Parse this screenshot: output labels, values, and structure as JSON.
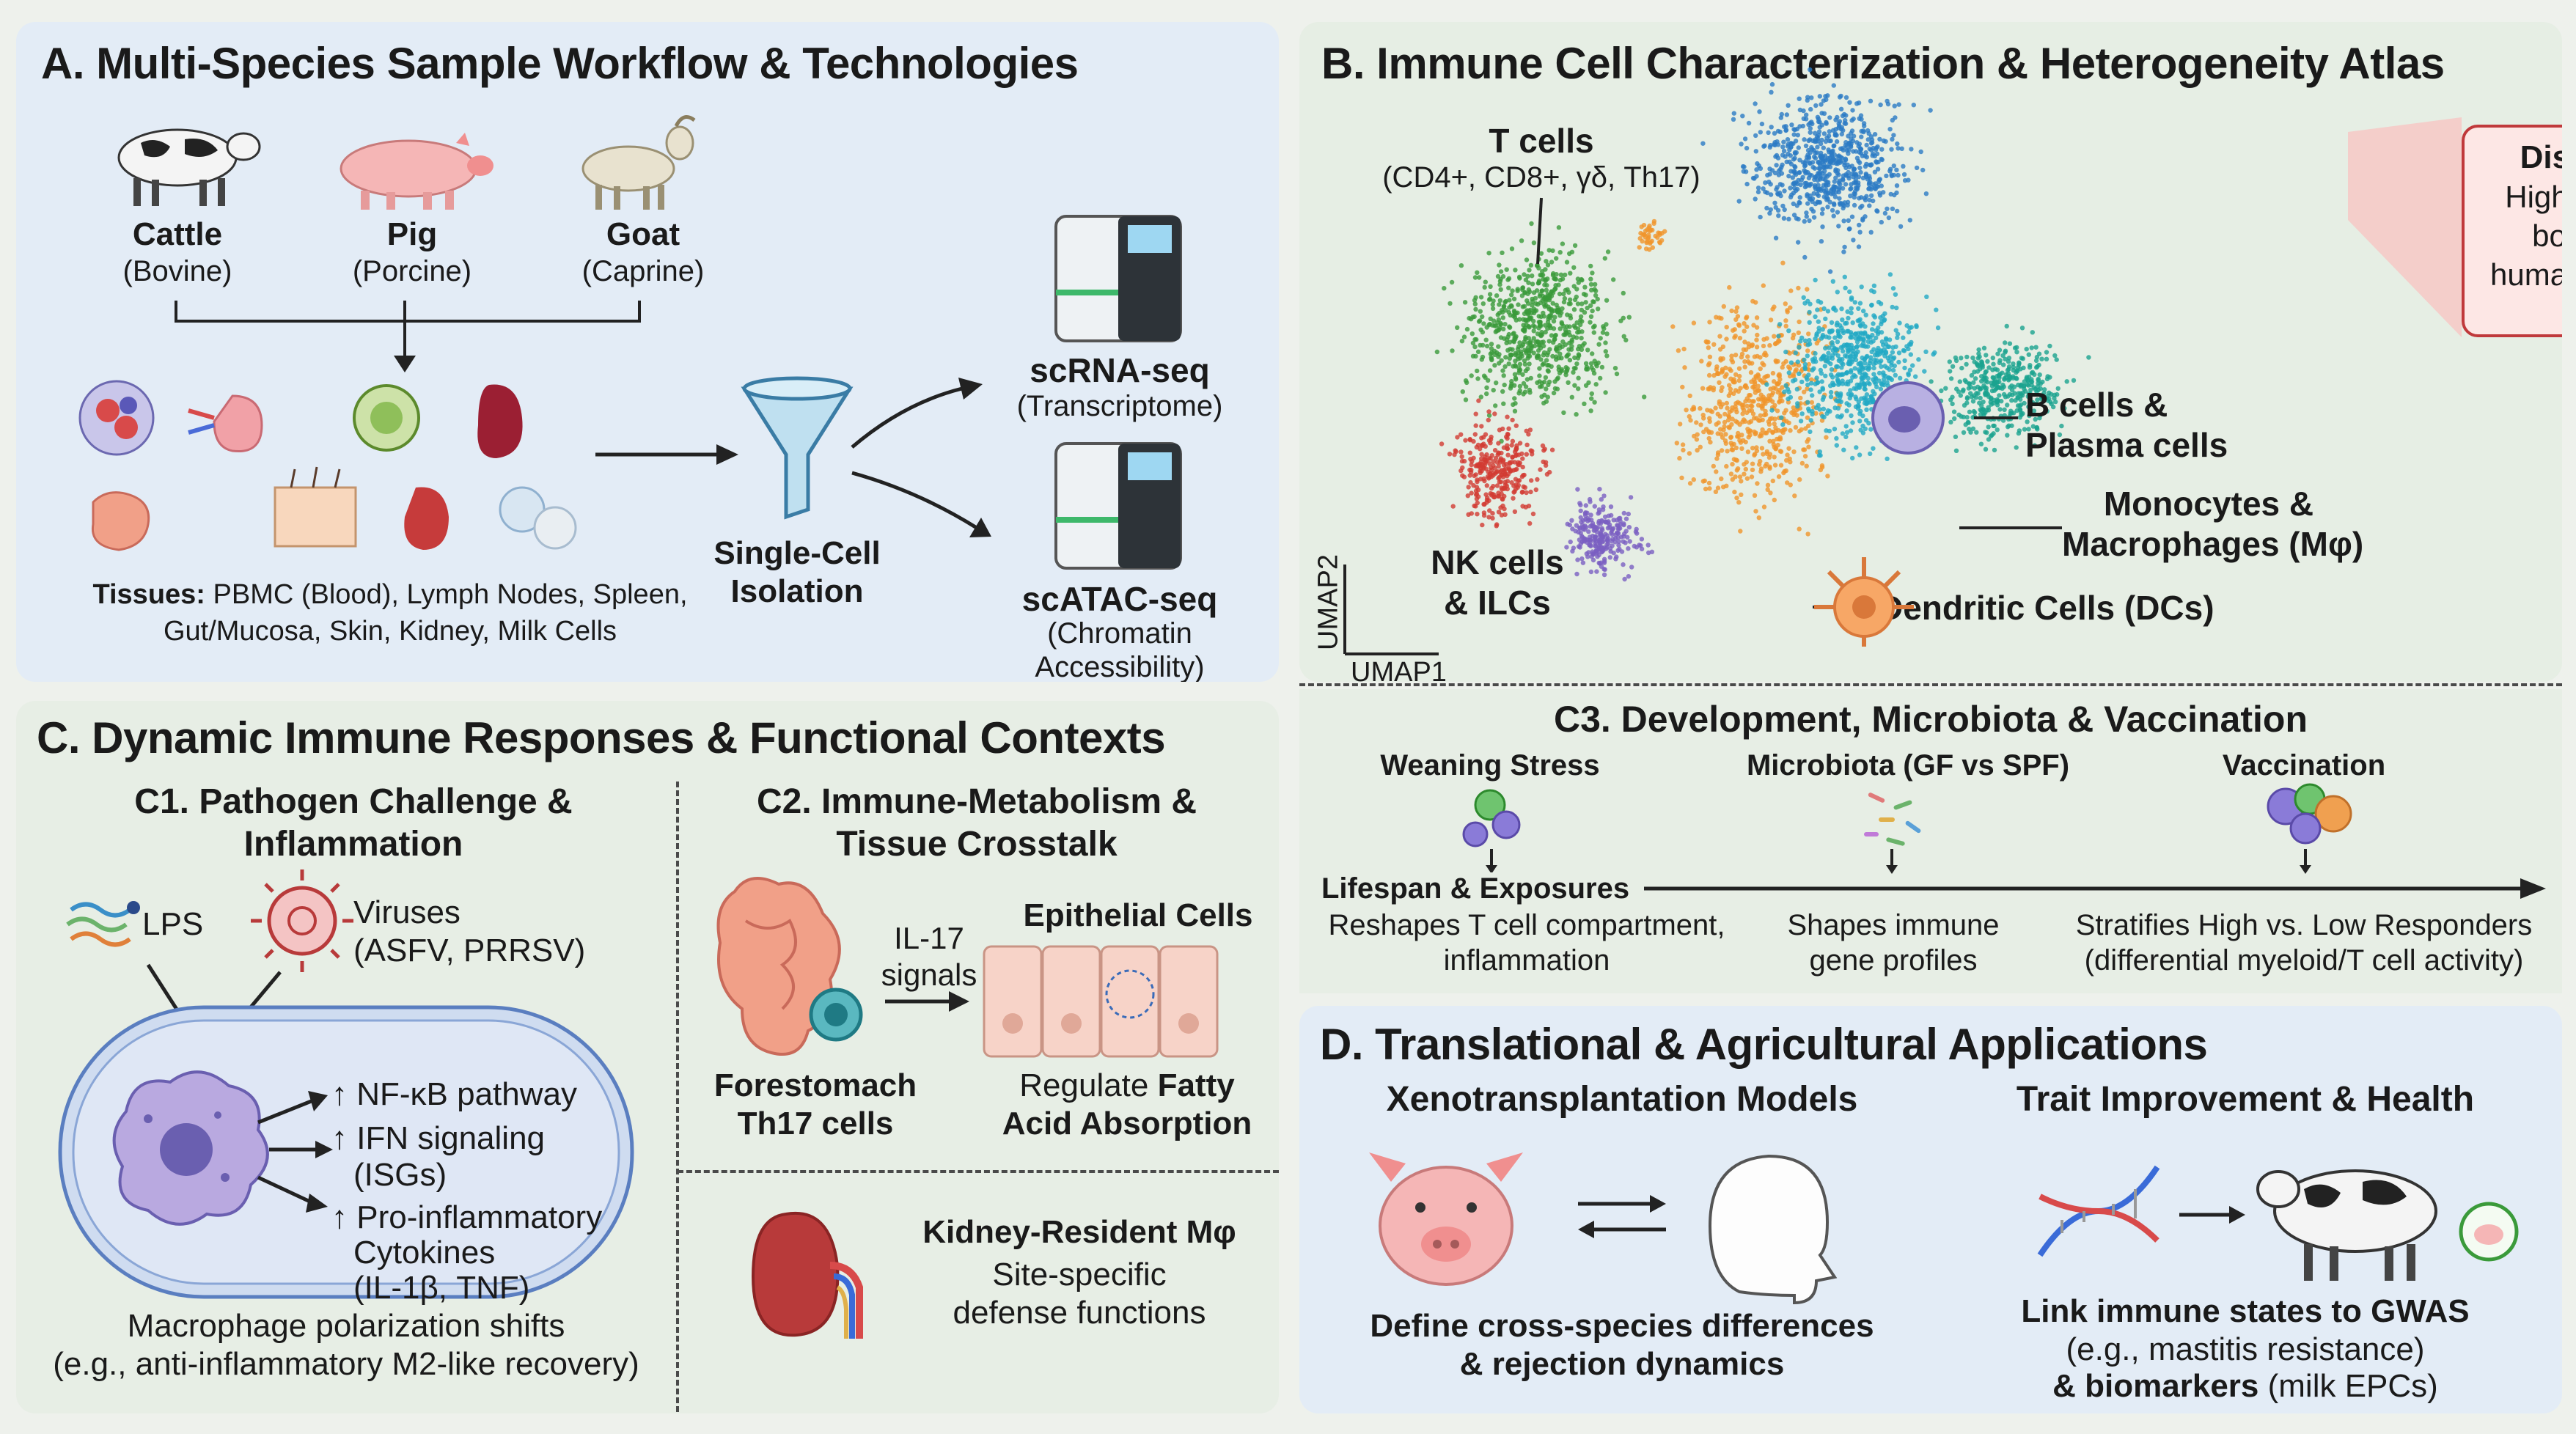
{
  "panelA": {
    "title": "A. Multi-Species Sample Workflow & Technologies",
    "species": [
      {
        "name": "Cattle",
        "sub": "(Bovine)"
      },
      {
        "name": "Pig",
        "sub": "(Porcine)"
      },
      {
        "name": "Goat",
        "sub": "(Caprine)"
      }
    ],
    "tissues_label": "Tissues:",
    "tissues_line1": "PBMC (Blood), Lymph Nodes, Spleen,",
    "tissues_line2": "Gut/Mucosa, Skin, Kidney, Milk Cells",
    "isolation_line1": "Single-Cell",
    "isolation_line2": "Isolation",
    "scrna_title": "scRNA-seq",
    "scrna_sub": "(Transcriptome)",
    "scatac_title": "scATAC-seq",
    "scatac_sub1": "(Chromatin",
    "scatac_sub2": "Accessibility)"
  },
  "panelB": {
    "title": "B. Immune Cell Characterization & Heterogeneity Atlas",
    "tcells_title": "T cells",
    "tcells_sub": "(CD4+, CD8+, γδ, Th17)",
    "feature_title": "Distinct Species Feature:",
    "feature_line1": "High proportion of γδ T cells in",
    "feature_line2": "bovine & porcine blood vs.",
    "feature_line3": "human (major regulatory subset)",
    "bcells_line1": "B cells &",
    "bcells_line2": "Plasma cells",
    "mono_line1": "Monocytes &",
    "mono_line2": "Macrophages (Mφ)",
    "dc_label": "Dendritic Cells (DCs)",
    "nk_line1": "NK cells",
    "nk_line2": "& ILCs",
    "umap1": "UMAP1",
    "umap2": "UMAP2"
  },
  "panelC3": {
    "title": "C3. Development, Microbiota & Vaccination",
    "weaning": "Weaning Stress",
    "microbiota": "Microbiota (GF vs SPF)",
    "vaccination": "Vaccination",
    "lifespan": "Lifespan & Exposures",
    "reshapes_line1": "Reshapes T cell compartment,",
    "reshapes_line2": "inflammation",
    "shapes_line1": "Shapes immune",
    "shapes_line2": "gene profiles",
    "stratifies_line1": "Stratifies High vs. Low Responders",
    "stratifies_line2": "(differential myeloid/T cell activity)"
  },
  "panelC": {
    "title": "C. Dynamic Immune Responses & Functional Contexts",
    "c1_line1": "C1. Pathogen Challenge &",
    "c1_line2": "Inflammation",
    "lps": "LPS",
    "viruses_line1": "Viruses",
    "viruses_line2": "(ASFV, PRRSV)",
    "nfkb": "NF-κB pathway",
    "ifn_line1": "IFN signaling",
    "ifn_line2": "(ISGs)",
    "proinf_line1": "Pro-inflammatory",
    "proinf_line2": "Cytokines",
    "proinf_line3": "(IL-1β, TNF)",
    "up_arrow": "↑",
    "polar_line1": "Macrophage polarization shifts",
    "polar_line2": "(e.g., anti-inflammatory M2-like recovery)",
    "c2_line1": "C2. Immune-Metabolism &",
    "c2_line2": "Tissue Crosstalk",
    "il17_line1": "IL-17",
    "il17_line2": "signals",
    "epithelial": "Epithelial Cells",
    "forestomach_line1": "Forestomach",
    "forestomach_line2": "Th17 cells",
    "regulate_line1": "Regulate",
    "regulate_bold1": "Fatty",
    "regulate_line2": "Acid Absorption",
    "kidney_title": "Kidney-Resident Mφ",
    "kidney_line1": "Site-specific",
    "kidney_line2": "defense functions"
  },
  "panelD": {
    "title": "D. Translational & Agricultural Applications",
    "xeno_title": "Xenotransplantation Models",
    "trait_title": "Trait Improvement & Health",
    "xeno_line1": "Define cross-species differences",
    "xeno_line2": "& rejection dynamics",
    "trait_line1": "Link immune states to GWAS",
    "trait_line2": "(e.g., mastitis resistance)",
    "trait_line3_bold": "& biomarkers",
    "trait_line3_rest": "(milk EPCs)"
  },
  "colors": {
    "tcell_green": "#3a9a3a",
    "gd_blue": "#2b7bc4",
    "bcell_teal": "#1aa38f",
    "mono_orange": "#f0952a",
    "nk_purple": "#7a5fc2",
    "red_cluster": "#d23b32",
    "feature_border": "#c0393b"
  }
}
